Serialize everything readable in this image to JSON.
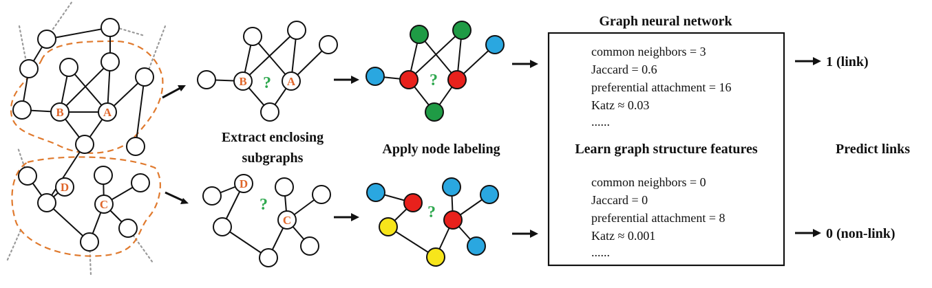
{
  "stages": {
    "extract": {
      "line1": "Extract enclosing",
      "line2": "subgraphs"
    },
    "label": {
      "text": "Apply node labeling"
    },
    "gnn": {
      "title": "Graph neural network",
      "learn": "Learn graph structure features"
    },
    "predict": {
      "text": "Predict links"
    }
  },
  "node_labels": {
    "a": "A",
    "b": "B",
    "c": "C",
    "d": "D",
    "unknown": "?"
  },
  "top_features": [
    "common neighbors = 3",
    "Jaccard = 0.6",
    "preferential attachment = 16",
    "Katz ≈ 0.03",
    "......"
  ],
  "bottom_features": [
    "common neighbors = 0",
    "Jaccard = 0",
    "preferential attachment = 8",
    "Katz ≈ 0.001",
    "......"
  ],
  "outputs": {
    "top": {
      "text": "1 (link)",
      "color": "#e0662a"
    },
    "bottom": {
      "text": "0 (non-link)",
      "color": "#2fa84f"
    }
  },
  "colors": {
    "accent_orange": "#e07a2e",
    "green": "#2fa84f",
    "red": "#e8211c",
    "blue": "#2aa7e0",
    "dark_green": "#1f9b45",
    "yellow": "#f7e51b"
  }
}
